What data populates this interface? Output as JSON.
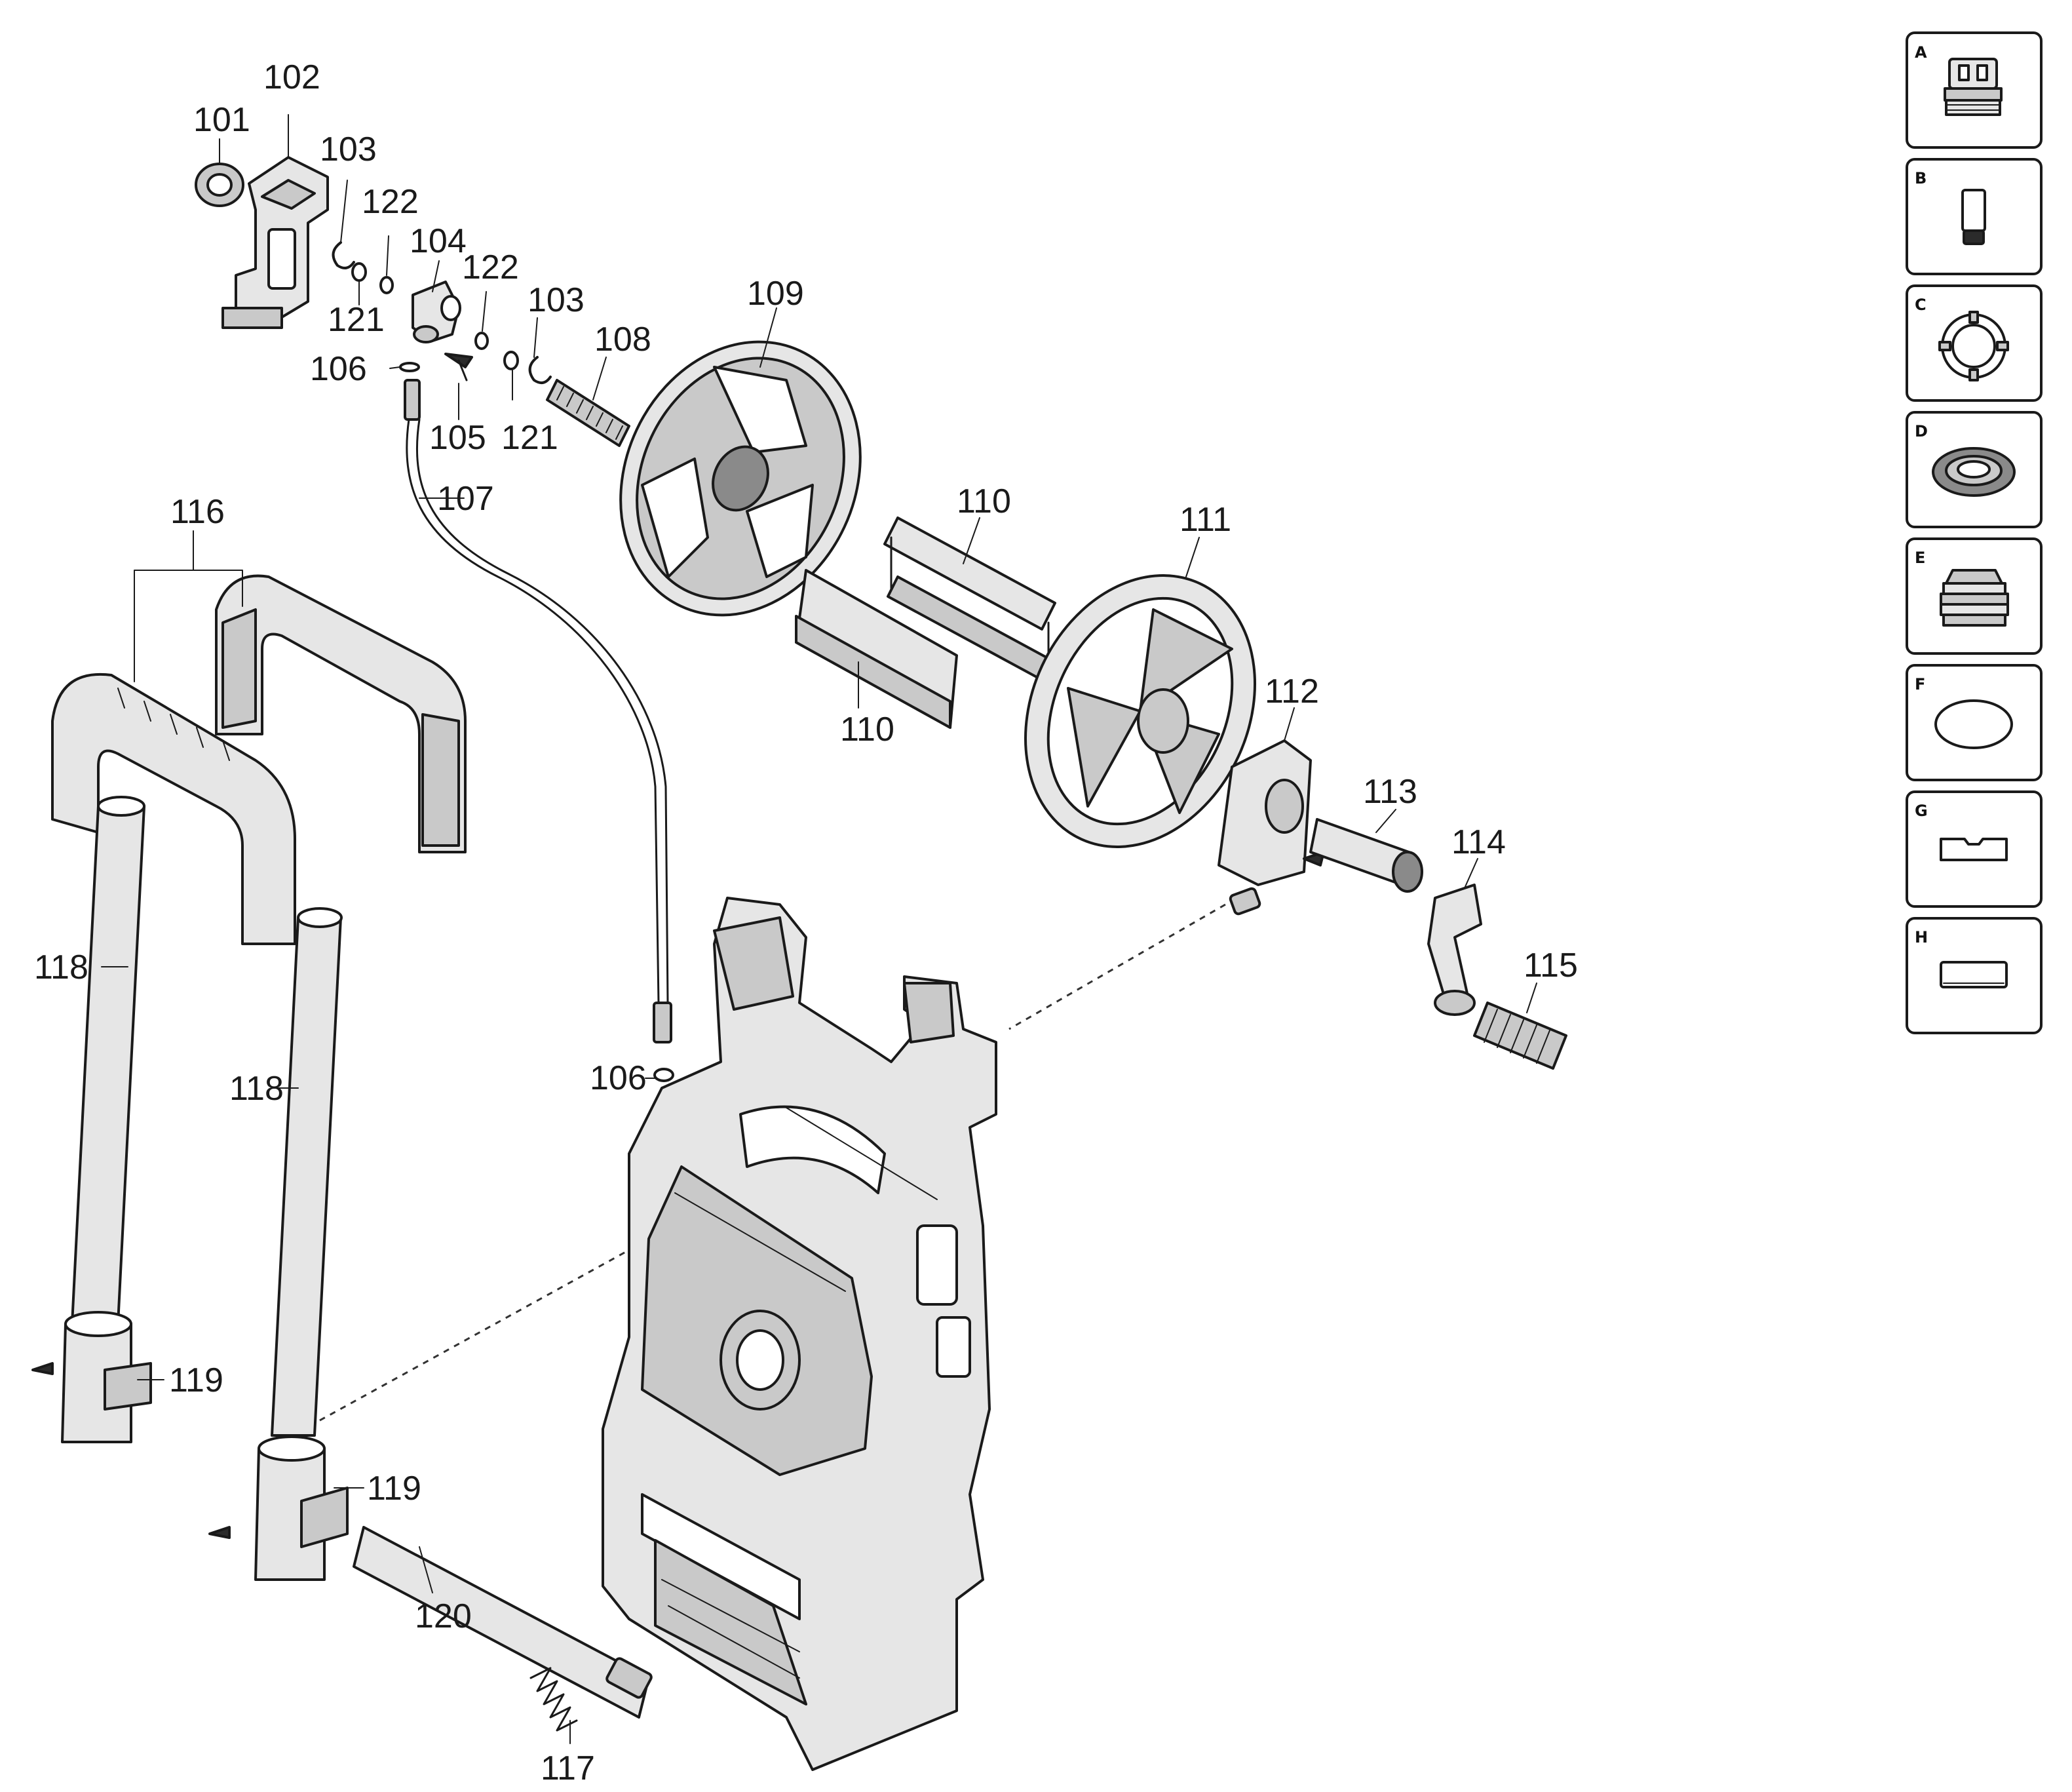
{
  "callouts": [
    {
      "id": "101",
      "label": "101"
    },
    {
      "id": "102",
      "label": "102"
    },
    {
      "id": "103a",
      "label": "103"
    },
    {
      "id": "122a",
      "label": "122"
    },
    {
      "id": "104",
      "label": "104"
    },
    {
      "id": "122b",
      "label": "122"
    },
    {
      "id": "103b",
      "label": "103"
    },
    {
      "id": "121a",
      "label": "121"
    },
    {
      "id": "106a",
      "label": "106"
    },
    {
      "id": "105",
      "label": "105"
    },
    {
      "id": "121b",
      "label": "121"
    },
    {
      "id": "108",
      "label": "108"
    },
    {
      "id": "109",
      "label": "109"
    },
    {
      "id": "107",
      "label": "107"
    },
    {
      "id": "116",
      "label": "116"
    },
    {
      "id": "110a",
      "label": "110"
    },
    {
      "id": "110b",
      "label": "110"
    },
    {
      "id": "111",
      "label": "111"
    },
    {
      "id": "112",
      "label": "112"
    },
    {
      "id": "113",
      "label": "113"
    },
    {
      "id": "114",
      "label": "114"
    },
    {
      "id": "115",
      "label": "115"
    },
    {
      "id": "118a",
      "label": "118"
    },
    {
      "id": "118b",
      "label": "118"
    },
    {
      "id": "106b",
      "label": "106"
    },
    {
      "id": "119a",
      "label": "119"
    },
    {
      "id": "119b",
      "label": "119"
    },
    {
      "id": "120",
      "label": "120"
    },
    {
      "id": "117",
      "label": "117"
    }
  ],
  "legend": [
    {
      "letter": "A",
      "icon": "quick-coupling-icon"
    },
    {
      "letter": "B",
      "icon": "sleeve-icon"
    },
    {
      "letter": "C",
      "icon": "retaining-ring-icon"
    },
    {
      "letter": "D",
      "icon": "seal-ring-icon"
    },
    {
      "letter": "E",
      "icon": "threaded-adapter-icon"
    },
    {
      "letter": "F",
      "icon": "o-ring-icon"
    },
    {
      "letter": "G",
      "icon": "flat-gasket-icon"
    },
    {
      "letter": "H",
      "icon": "rectangular-pad-icon"
    }
  ]
}
